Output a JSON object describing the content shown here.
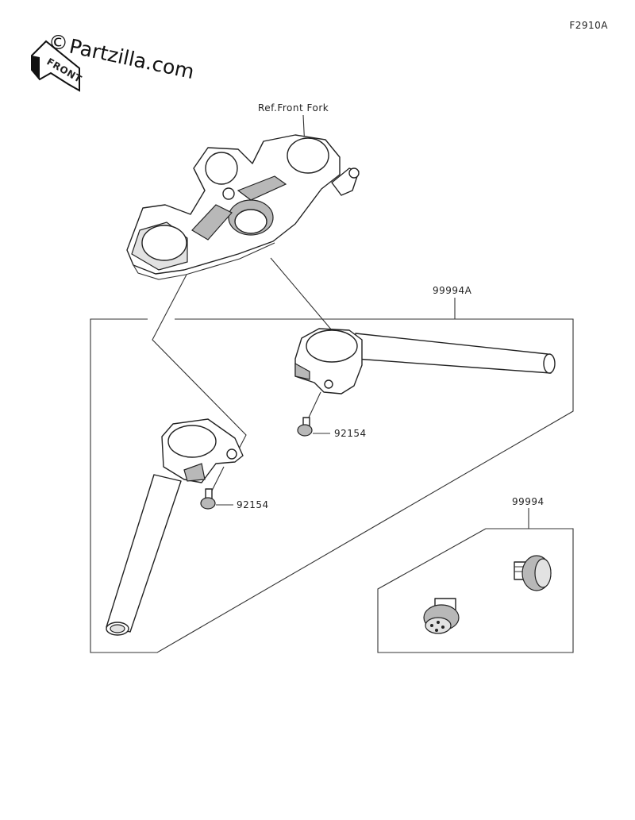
{
  "figure_code": "F2910A",
  "watermark": {
    "copyright": "©",
    "brand": "Partzilla.com",
    "front_arrow_label": "FRONT"
  },
  "callouts": {
    "ref_front_fork": "Ref.Front Fork",
    "part_99994A": "99994A",
    "screw_right": "92154",
    "screw_left": "92154",
    "part_99994": "99994"
  }
}
